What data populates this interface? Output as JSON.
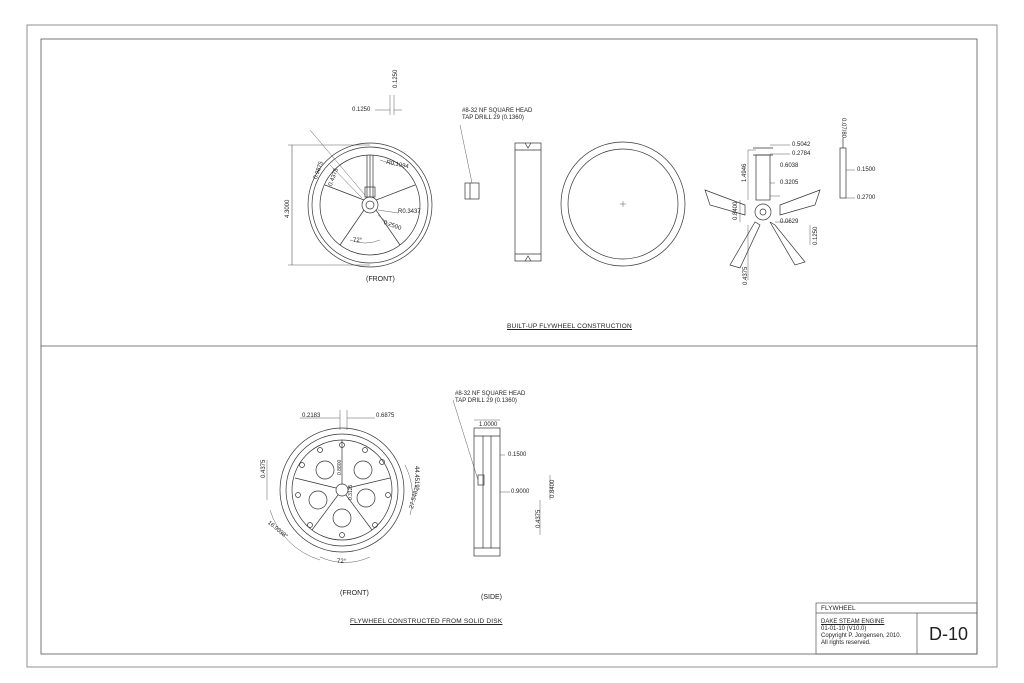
{
  "top_section": {
    "title": "BUILT-UP FLYWHEEL CONSTRUCTION",
    "front_caption": "(FRONT)",
    "tap_note_line1": "#8-32 NF SQUARE HEAD",
    "tap_note_line2": "TAP DRILL 29 (0.1360)",
    "dims": {
      "d_0_1250_a": "0.1250",
      "d_0_1250_b": "0.1250",
      "d_4_3000": "4.3000",
      "d_0_9875": "0.9875",
      "d_0_4375": "0.4375",
      "d_r0_1094": "R0.1094",
      "d_r0_3437": "R0.3437",
      "d_0_2500": "0.2500",
      "d_72": "72°",
      "d_0_5042": "0.5042",
      "d_0_2784": "0.2784",
      "d_1_4946": "1.4946",
      "d_0_6038": "0.6038",
      "d_0_3205": "0.3205",
      "d_0_8400": "0.8400",
      "d_0_0629": "0.0629",
      "d_0_4375_b": "0.4375",
      "d_0_1250_c": "0.1250",
      "d_0_07_80": "0.07/80",
      "d_0_1500": "0.1500",
      "d_0_2700": "0.2700"
    }
  },
  "bottom_section": {
    "title": "FLYWHEEL CONSTRUCTED FROM SOLID DISK",
    "front_caption": "(FRONT)",
    "side_caption": "(SIDE)",
    "tap_note_line1": "#8-32 NF SQUARE HEAD",
    "tap_note_line2": "TAP DRILL 29 (0.1360)",
    "dims": {
      "d_0_2183": "0.2183",
      "d_0_6875": "0.6875",
      "d_0_4375": "0.4375",
      "d_0_8800": "0.8800",
      "d_0_3125": "0.3125",
      "d_44_4519": "44.4519°",
      "d_27_5482": "27.5482°",
      "d_16_9038": "16.9038°",
      "d_72": "72°",
      "d_1_0000": "1.0000",
      "d_0_1500": "0.1500",
      "d_0_9000": "0.9000",
      "d_0_8400": "0.8400",
      "d_0_4375_b": "0.4375"
    }
  },
  "title_block": {
    "part_name": "FLYWHEEL",
    "project": "DAKE STEAM ENGINE",
    "revision": "01-01-10  (V10.0)",
    "copyright": "Copyright P. Jorgensen, 2010.",
    "rights": "All rights reserved.",
    "sheet_id": "D-10"
  }
}
